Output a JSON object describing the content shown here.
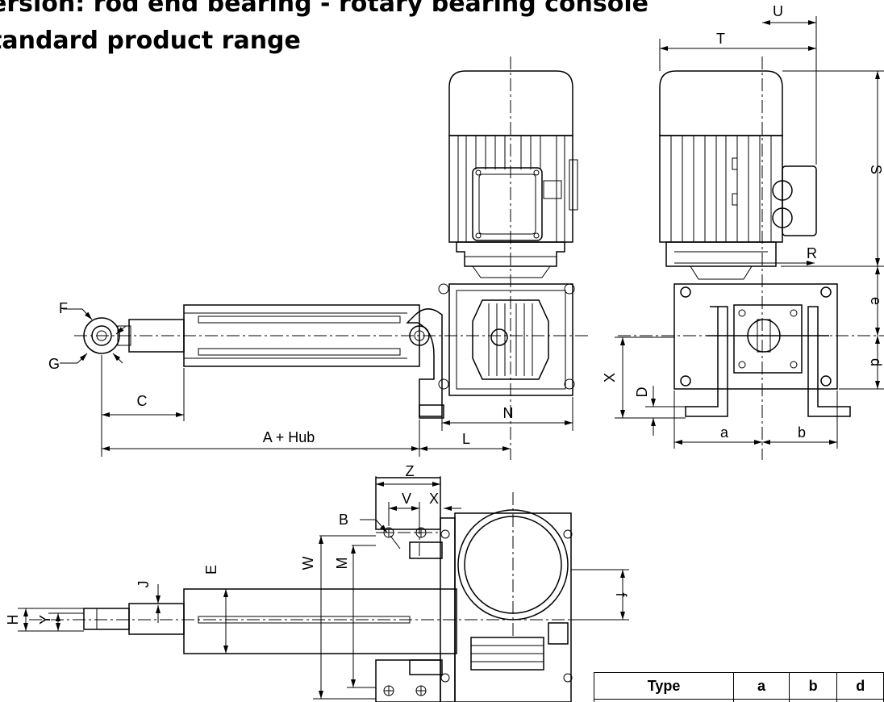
{
  "title_lines": [
    "ersion: rod end bearing - rotary bearing console",
    "tandard product range"
  ],
  "labels": {
    "U": "U",
    "T": "T",
    "S": "S",
    "R": "R",
    "e": "e",
    "d": "d",
    "X": "X",
    "D": "D",
    "a": "a",
    "b": "b",
    "F": "F",
    "G": "G",
    "C": "C",
    "A_Hub": "A + Hub",
    "L": "L",
    "N": "N",
    "Z": "Z",
    "V": "V",
    "X2": "X",
    "B": "B",
    "W": "W",
    "M": "M",
    "E": "E",
    "J": "J",
    "H": "H",
    "Y": "Y",
    "f": "f"
  },
  "table": {
    "headers": [
      "Type",
      "a",
      "b",
      "d"
    ]
  }
}
